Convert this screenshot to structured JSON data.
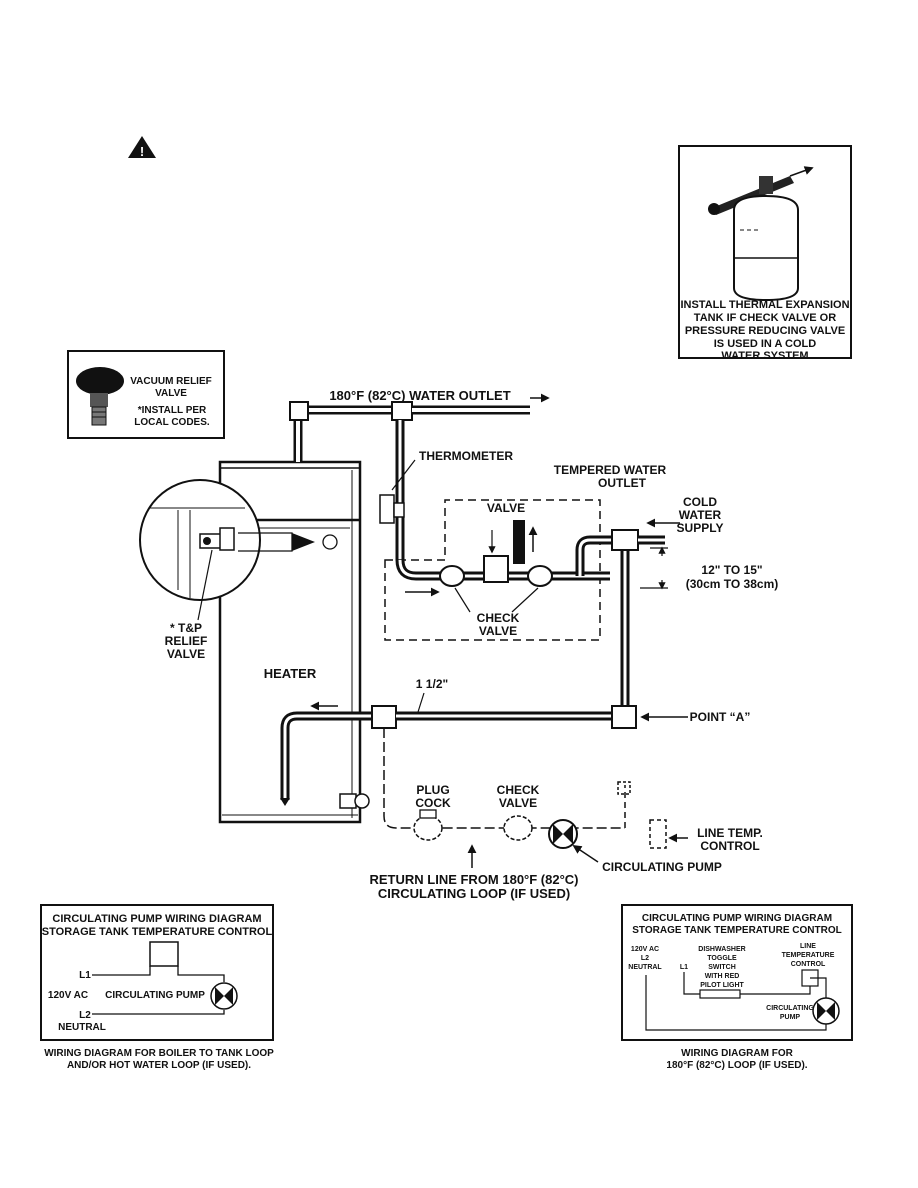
{
  "warning": {
    "icon": "warning-triangle-icon",
    "symbol": "!"
  },
  "expansion_tank": {
    "caption": [
      "INSTALL THERMAL EXPANSION",
      "TANK IF CHECK VALVE OR",
      "PRESSURE REDUCING VALVE",
      "IS USED IN A COLD",
      "WATER SYSTEM"
    ]
  },
  "vacuum_relief": {
    "title": [
      "VACUUM RELIEF",
      "VALVE"
    ],
    "note": [
      "*INSTALL PER",
      "LOCAL CODES."
    ]
  },
  "piping": {
    "water_outlet": "180°F (82°C) WATER OUTLET",
    "thermometer": "THERMOMETER",
    "tempered_outlet": [
      "TEMPERED WATER",
      "OUTLET"
    ],
    "valve": "VALVE",
    "cold_supply": [
      "COLD",
      "WATER",
      "SUPPLY"
    ],
    "distance": [
      "12\" TO 15\"",
      "(30cm TO 38cm)"
    ],
    "check_valve_upper": [
      "CHECK",
      "VALVE"
    ],
    "tp_relief": [
      "* T&P",
      "RELIEF",
      "VALVE"
    ],
    "heater": "HEATER",
    "pipe_size": "1 1/2\"",
    "point_a": "POINT “A”",
    "plug_cock": [
      "PLUG",
      "COCK"
    ],
    "check_valve_lower": [
      "CHECK",
      "VALVE"
    ],
    "line_temp": [
      "LINE TEMP.",
      "CONTROL"
    ],
    "circulating_pump": "CIRCULATING PUMP",
    "return_line": [
      "RETURN LINE FROM 180°F (82°C)",
      "CIRCULATING LOOP (IF USED)"
    ]
  },
  "wiring_left": {
    "title": [
      "CIRCULATING PUMP WIRING DIAGRAM",
      "STORAGE TANK TEMPERATURE CONTROL"
    ],
    "l1": "L1",
    "voltage": "120V AC",
    "pump": "CIRCULATING PUMP",
    "l2": "L2",
    "neutral": "NEUTRAL",
    "caption": [
      "WIRING DIAGRAM FOR BOILER TO TANK LOOP",
      "AND/OR HOT WATER LOOP (IF USED)."
    ]
  },
  "wiring_right": {
    "title": [
      "CIRCULATING PUMP WIRING DIAGRAM",
      "STORAGE TANK TEMPERATURE CONTROL"
    ],
    "power": [
      "120V AC",
      "L2",
      "NEUTRAL"
    ],
    "l1": "L1",
    "switch": [
      "DISHWASHER",
      "TOGGLE",
      "SWITCH",
      "WITH RED",
      "PILOT LIGHT"
    ],
    "line_temp": [
      "LINE",
      "TEMPERATURE",
      "CONTROL"
    ],
    "pump": [
      "CIRCULATING",
      "PUMP"
    ],
    "caption": [
      "WIRING DIAGRAM FOR",
      "180°F (82°C) LOOP (IF USED)."
    ]
  }
}
